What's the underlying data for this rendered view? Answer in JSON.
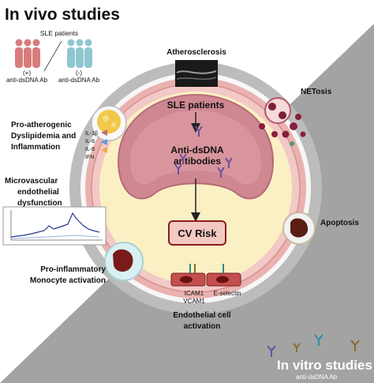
{
  "in_vivo": {
    "title": "In vivo studies",
    "group_label": "SLE patients",
    "positive_sign": "(+)",
    "negative_sign": "(-)",
    "positive_label": "anti-dsDNA Ab",
    "negative_label": "anti-dsDNA Ab"
  },
  "in_vitro": {
    "title": "In vitro studies",
    "subtitle": "anti-dsDNA Ab"
  },
  "center": {
    "sle_patients": "SLE patients",
    "antibodies_line1": "Anti-dsDNA",
    "antibodies_line2": "antibodies",
    "cv_risk": "CV Risk"
  },
  "outer_labels": {
    "atherosclerosis": "Atherosclerosis",
    "netosis": "NETosis",
    "apoptosis": "Apoptosis",
    "endothelial_line1": "Endothelial cell",
    "endothelial_line2": "activation",
    "monocyte_line1": "Pro-inflammatory",
    "monocyte_line2": "Monocyte activation",
    "microvascular_line1": "Microvascular",
    "microvascular_line2": "endothelial",
    "microvascular_line3": "dysfunction",
    "dyslipidemia_line1": "Pro-atherogenic",
    "dyslipidemia_line2": "Dyslipidemia and",
    "dyslipidemia_line3": "Inflammation"
  },
  "cytokines": [
    "IL-1β",
    "IL-6",
    "IL-8",
    "IFN"
  ],
  "adhesion": {
    "icam": "ICAM1",
    "vcam": "VCAM1",
    "eselectin": "E-selectin"
  },
  "colors": {
    "background_gray": "#a3a3a3",
    "ring_gray": "#b9b9b9",
    "vessel_wall": "#e9a9a8",
    "vessel_lumen": "#c77d89",
    "plaque_yellow": "#fbf0c4",
    "pink_figure": "#d97b7b",
    "blue_figure": "#8fc6cf"
  }
}
